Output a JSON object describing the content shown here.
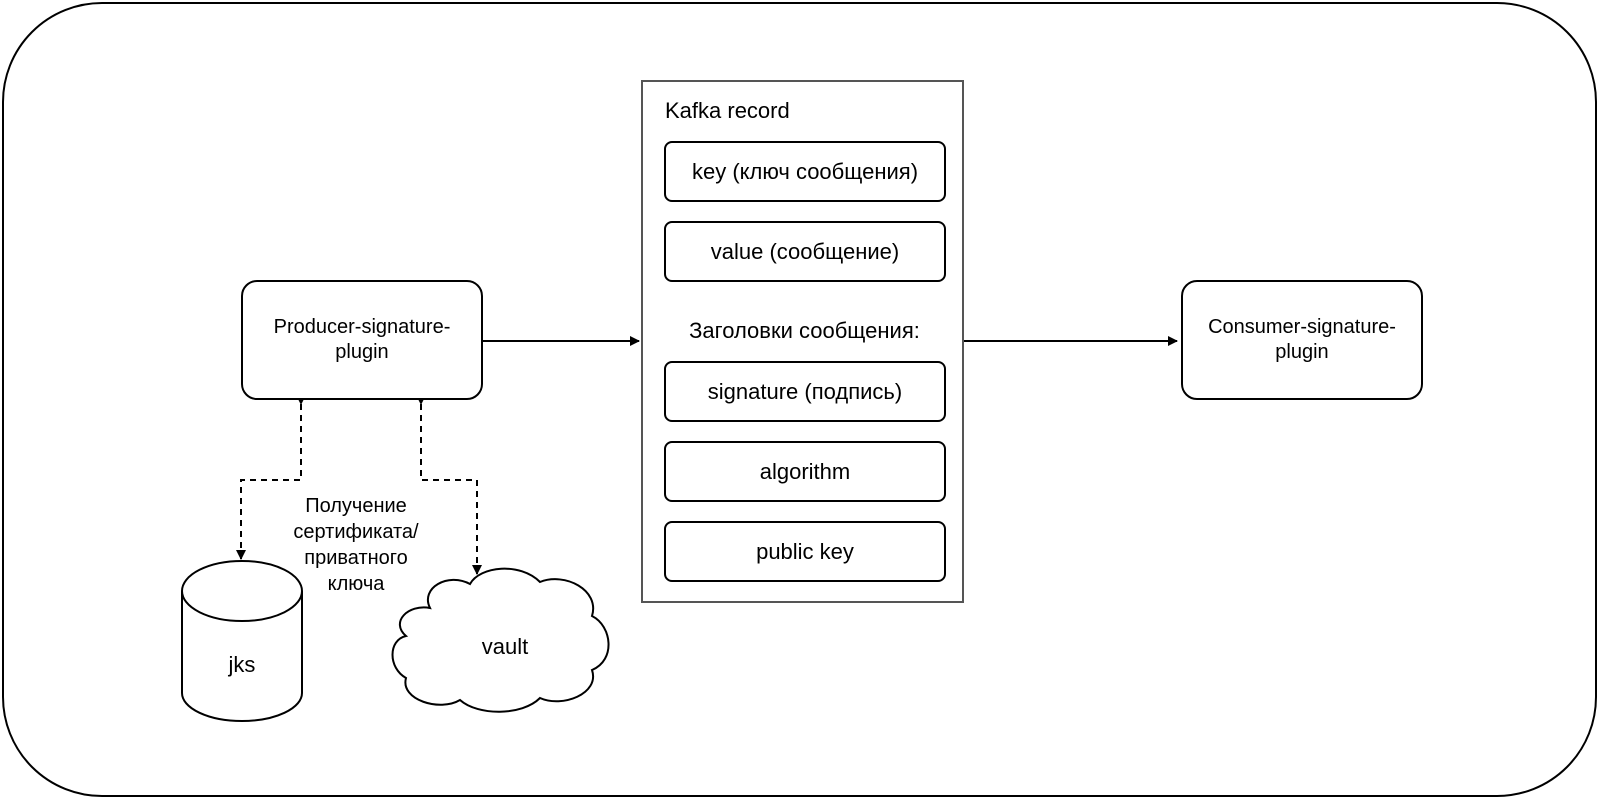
{
  "producer": {
    "line1": "Producer-signature-",
    "line2": "plugin"
  },
  "consumer": {
    "line1": "Consumer-signature-",
    "line2": "plugin"
  },
  "kafka_record": {
    "title": "Kafka record",
    "fields": [
      "key (ключ сообщения)",
      "value (сообщение)"
    ],
    "headers_label": "Заголовки сообщения:",
    "headers": [
      "signature (подпись)",
      "algorithm",
      "public key"
    ]
  },
  "retrieval_label": {
    "lines": [
      "Получение",
      "сертификата/",
      "приватного",
      "ключа"
    ]
  },
  "storage": {
    "jks_label": "jks",
    "vault_label": "vault"
  }
}
